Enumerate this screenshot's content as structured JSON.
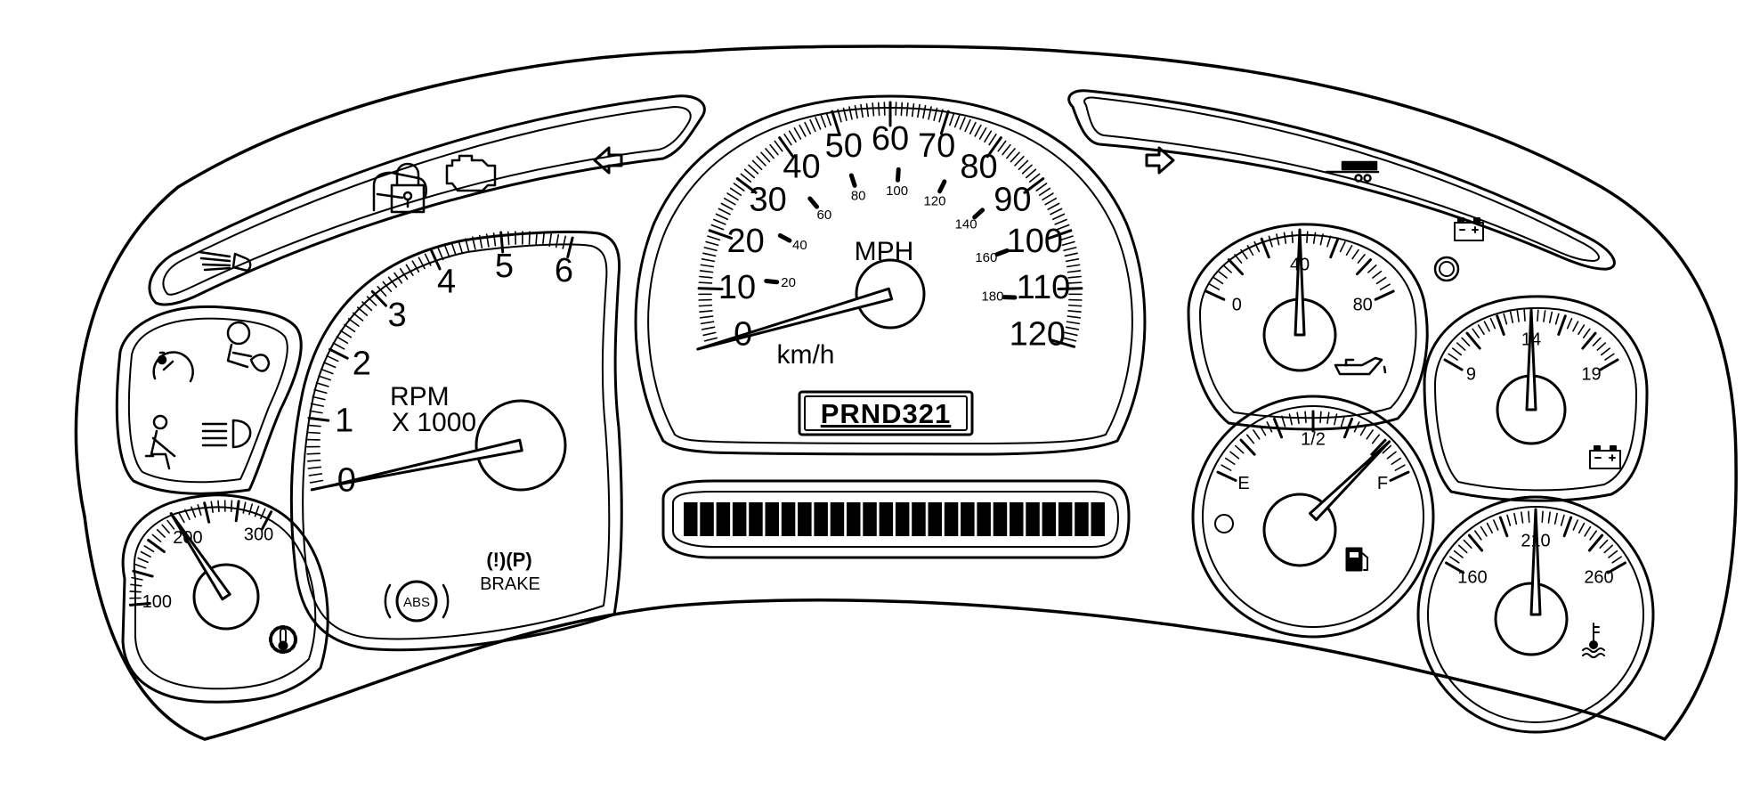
{
  "tachometer": {
    "labels": [
      "0",
      "1",
      "2",
      "3",
      "4",
      "5",
      "6"
    ],
    "unit_line1": "RPM",
    "unit_line2": "X 1000",
    "value": 0
  },
  "speedometer": {
    "mph_labels": [
      "0",
      "10",
      "20",
      "30",
      "40",
      "50",
      "60",
      "70",
      "80",
      "90",
      "100",
      "110",
      "120"
    ],
    "kmh_labels": [
      "20",
      "40",
      "60",
      "80",
      "100",
      "120",
      "140",
      "160",
      "180"
    ],
    "unit_mph": "MPH",
    "unit_kmh": "km/h",
    "value_mph": 0
  },
  "prnd": {
    "text": "PRND321"
  },
  "trans_temp": {
    "labels": [
      "100",
      "200",
      "300"
    ],
    "value": 200
  },
  "oil_pressure": {
    "labels": [
      "0",
      "40",
      "80"
    ],
    "value": 40
  },
  "voltmeter": {
    "labels": [
      "9",
      "14",
      "19"
    ],
    "value": 14
  },
  "fuel": {
    "labels": [
      "E",
      "1/2",
      "F"
    ],
    "value": 0.85
  },
  "coolant": {
    "labels": [
      "160",
      "210",
      "260"
    ],
    "value": 210
  },
  "indicators": {
    "abs": "ABS",
    "brake_top": "(!)(P)",
    "brake_bottom": "BRAKE"
  },
  "icons": [
    "headlamp-icon",
    "security-lock-icon",
    "check-engine-icon",
    "turn-left-icon",
    "turn-right-icon",
    "trailer-icon",
    "battery-icon",
    "cruise-control-icon",
    "airbag-icon",
    "seatbelt-icon",
    "high-beam-icon",
    "transmission-temp-icon",
    "oil-can-icon",
    "fuel-pump-icon",
    "coolant-temp-icon",
    "battery-gauge-icon",
    "abs-icon",
    "brake-icon"
  ],
  "colors": {
    "line": "#000000",
    "background": "#ffffff"
  }
}
